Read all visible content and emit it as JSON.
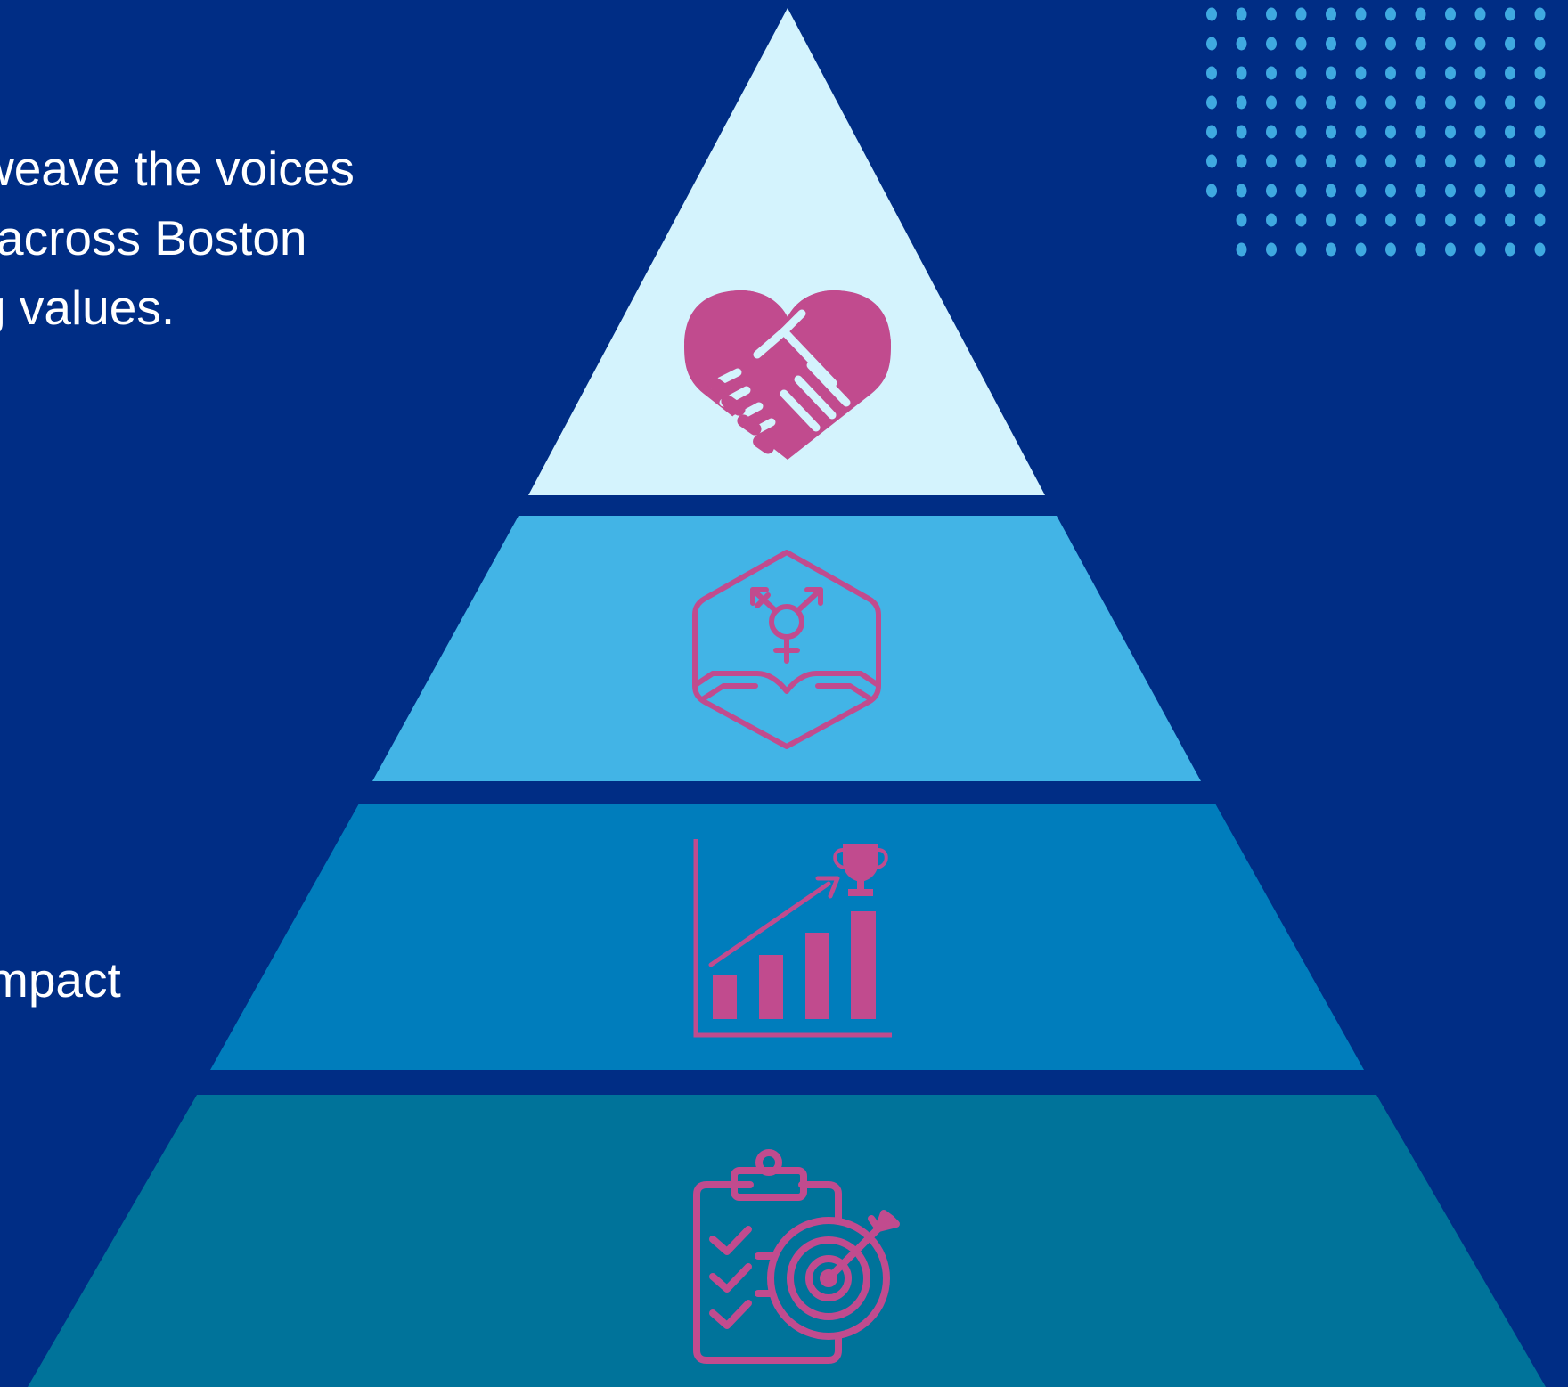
{
  "intro": {
    "line1": "weave the voices",
    "line2": "across Boston",
    "line3": "g values."
  },
  "impact": {
    "label": "mpact"
  },
  "colors": {
    "background": "#002d85",
    "tier1": "#d4f3fd",
    "tier2": "#42b4e6",
    "tier3": "#007dbc",
    "tier4": "#00739a",
    "icon": "#c14b8e",
    "dots": "#3fa9e0"
  },
  "pyramid": {
    "tiers": [
      {
        "icon": "heart-handshake-icon"
      },
      {
        "icon": "transgender-hands-icon"
      },
      {
        "icon": "growth-chart-trophy-icon"
      },
      {
        "icon": "checklist-target-icon"
      }
    ]
  }
}
